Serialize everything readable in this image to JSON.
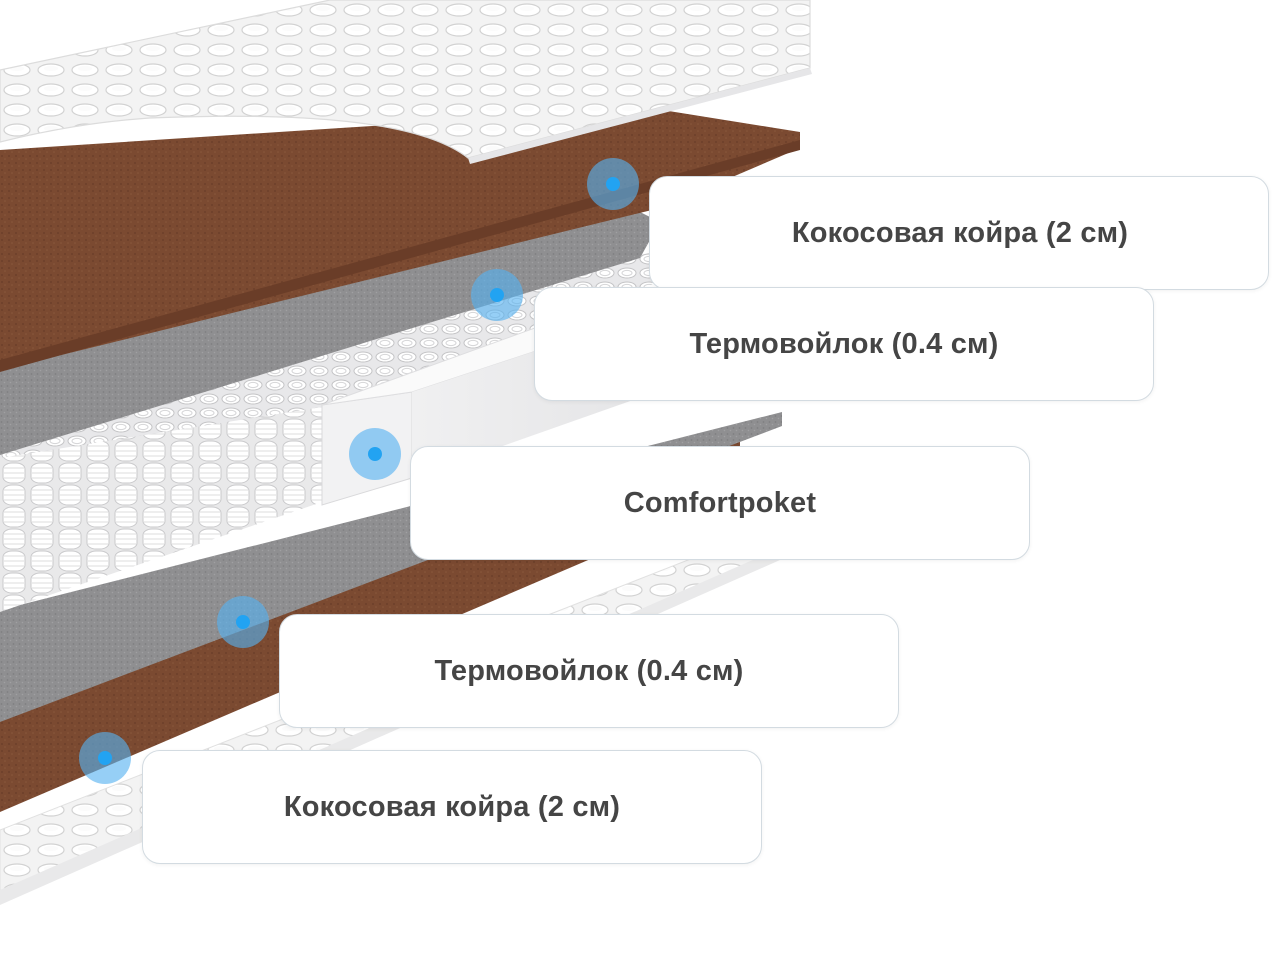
{
  "layers": [
    {
      "id": "layer-top-coir",
      "label": "Кокосовая койра (2 см)",
      "color": "#7b4a31"
    },
    {
      "id": "layer-top-felt",
      "label": "Термовойлок (0.4 см)",
      "color": "#8e8e90"
    },
    {
      "id": "layer-springs",
      "label": "Comfortpoket",
      "color": "#f3f3f3"
    },
    {
      "id": "layer-bottom-felt",
      "label": "Термовойлок (0.4 см)",
      "color": "#8e8e90"
    },
    {
      "id": "layer-bottom-coir",
      "label": "Кокосовая койра (2 см)",
      "color": "#7b4a31"
    }
  ],
  "colors": {
    "hotspot": "#22a3f2",
    "hotspot_halo": "#56b2f0",
    "coir": "#7b4a31",
    "felt": "#8e8e90",
    "cover": "#f4f4f4",
    "card_border": "#d3dbe1",
    "label_text": "#454545"
  }
}
